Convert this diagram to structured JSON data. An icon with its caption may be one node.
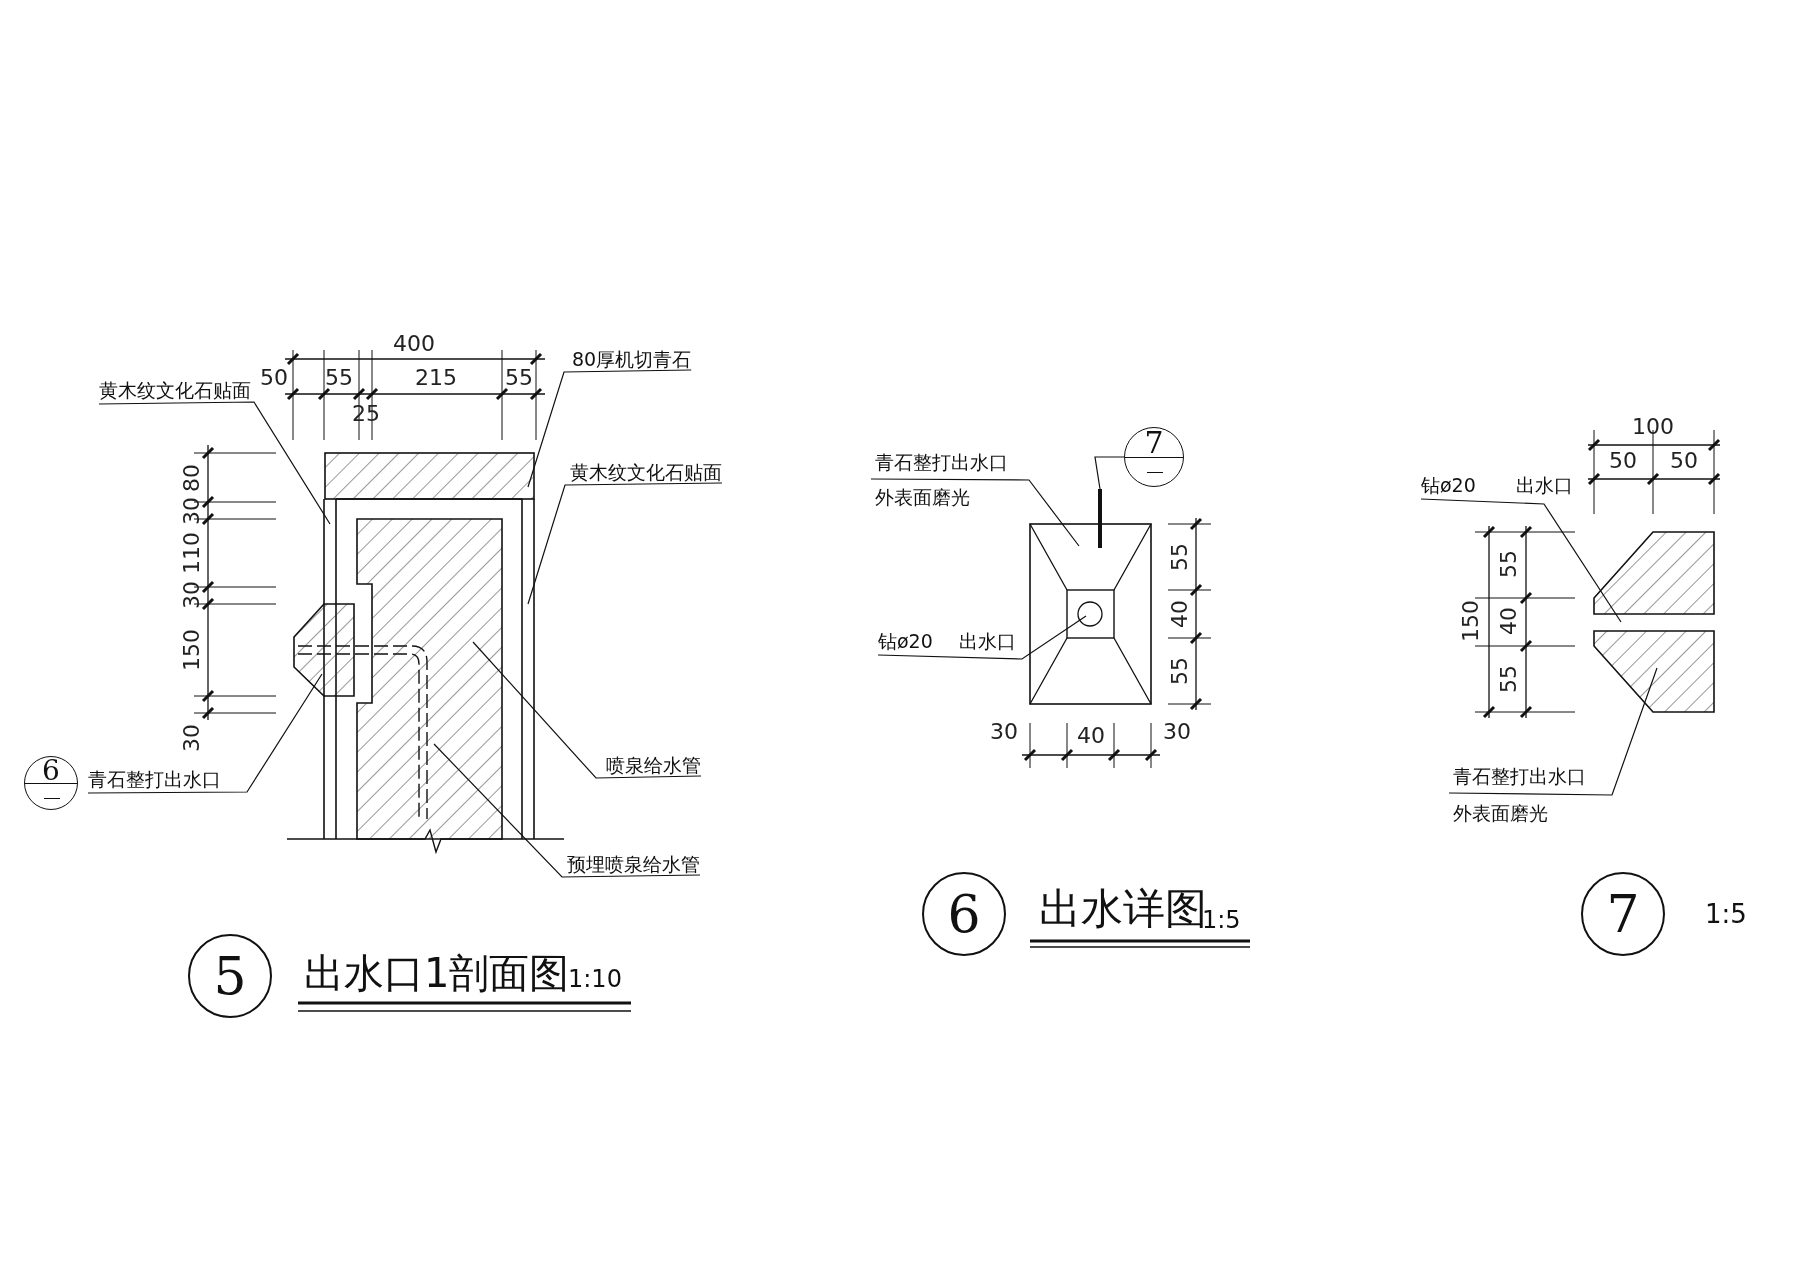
{
  "diagram": {
    "nodes": [
      {
        "text": [
          "黄木纹文化石贴面"
        ]
      },
      {
        "text": [
          "80厚机切青石"
        ]
      },
      {
        "text": [
          "黄木纹文化石贴面"
        ]
      },
      {
        "text": [
          "喷泉给水管"
        ]
      },
      {
        "text": [
          "预埋喷泉给水管"
        ]
      },
      {
        "text": [
          "青石整打出水口"
        ]
      },
      {
        "text": [
          "6"
        ]
      },
      {
        "text": [
          "青石整打出水口",
          "外表面磨光"
        ]
      },
      {
        "text": [
          "钻ø20",
          "出水口"
        ]
      },
      {
        "text": [
          "7"
        ]
      },
      {
        "text": [
          "钻ø20",
          "出水口"
        ]
      },
      {
        "text": [
          "青石整打出水口",
          "外表面磨光"
        ]
      },
      {
        "text": [
          "5"
        ],
        "beside": [
          "出水口1剖面图",
          "1:10"
        ]
      },
      {
        "text": [
          "6"
        ],
        "beside": [
          "出水详图",
          "1:5"
        ]
      },
      {
        "text": [
          "7"
        ],
        "beside": [
          "1:5"
        ]
      },
      {
        "text": [],
        "shape": "box"
      },
      {
        "text": [],
        "shape": "circle",
        "in": 15
      },
      {
        "text": [],
        "shape": "bar"
      }
    ],
    "edges": [
      {
        "from": 0,
        "to": null,
        "arrow": "none"
      },
      {
        "from": 1,
        "to": null,
        "arrow": "none"
      },
      {
        "from": 2,
        "to": null,
        "arrow": "none"
      },
      {
        "from": 3,
        "to": null,
        "arrow": "none"
      },
      {
        "from": 4,
        "to": null,
        "arrow": "none"
      },
      {
        "from": 5,
        "to": null,
        "arrow": "none"
      },
      {
        "from": 7,
        "to": 15,
        "arrow": "none"
      },
      {
        "from": 8,
        "to": 16,
        "arrow": "none"
      },
      {
        "from": 9,
        "to": 17,
        "arrow": "none"
      },
      {
        "from": 10,
        "to": null,
        "arrow": "none"
      },
      {
        "from": 11,
        "to": null,
        "arrow": "none"
      }
    ],
    "labels": [
      "400",
      "50",
      "55",
      "215",
      "55",
      "25",
      "80",
      "30",
      "110",
      "30",
      "150",
      "30",
      "55",
      "40",
      "55",
      "30",
      "40",
      "30",
      "100",
      "50",
      "50",
      "150",
      "55",
      "40",
      "55"
    ]
  }
}
